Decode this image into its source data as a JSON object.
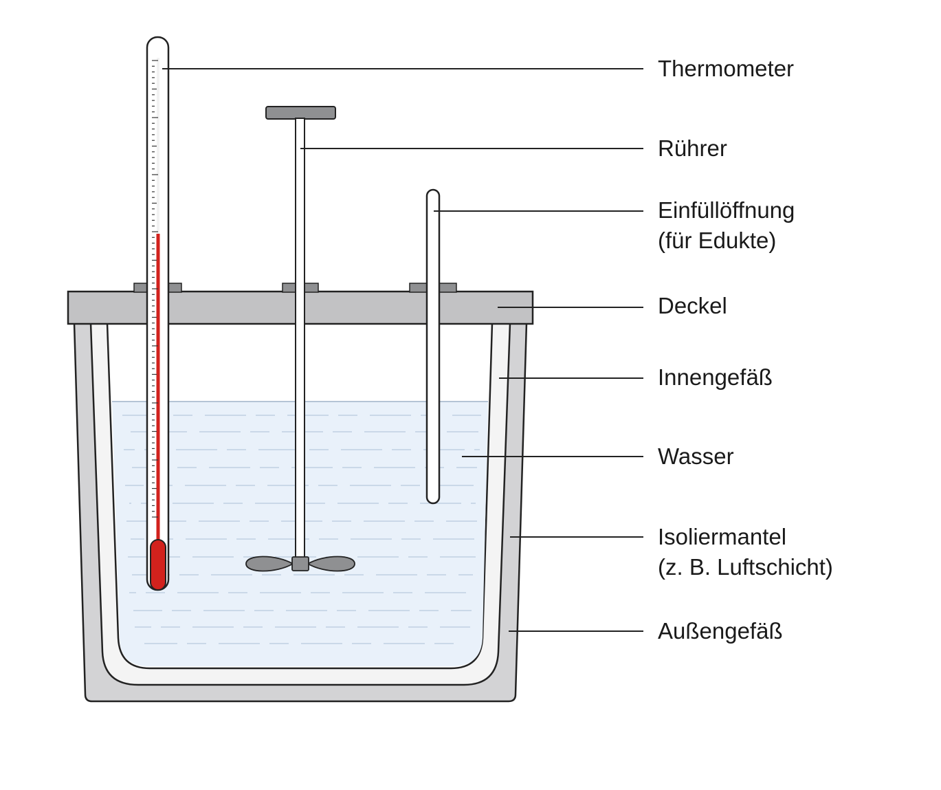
{
  "labels": {
    "thermometer": "Thermometer",
    "stirrer": "Rührer",
    "filling_opening": "Einfüllöffnung",
    "filling_opening_note": "(für Edukte)",
    "lid": "Deckel",
    "inner_vessel": "Innengefäß",
    "water": "Wasser",
    "insulation": "Isoliermantel",
    "insulation_note": "(z. B. Luftschicht)",
    "outer_vessel": "Außengefäß"
  },
  "colors": {
    "stroke": "#222222",
    "lid": "#c2c2c4",
    "outer_vessel": "#d3d3d5",
    "insulation": "#f4f4f4",
    "water": "#e9f1fa",
    "water_lines": "#bfd0e2",
    "mercury": "#d2221d",
    "stirrer_parts": "#8f9092"
  }
}
